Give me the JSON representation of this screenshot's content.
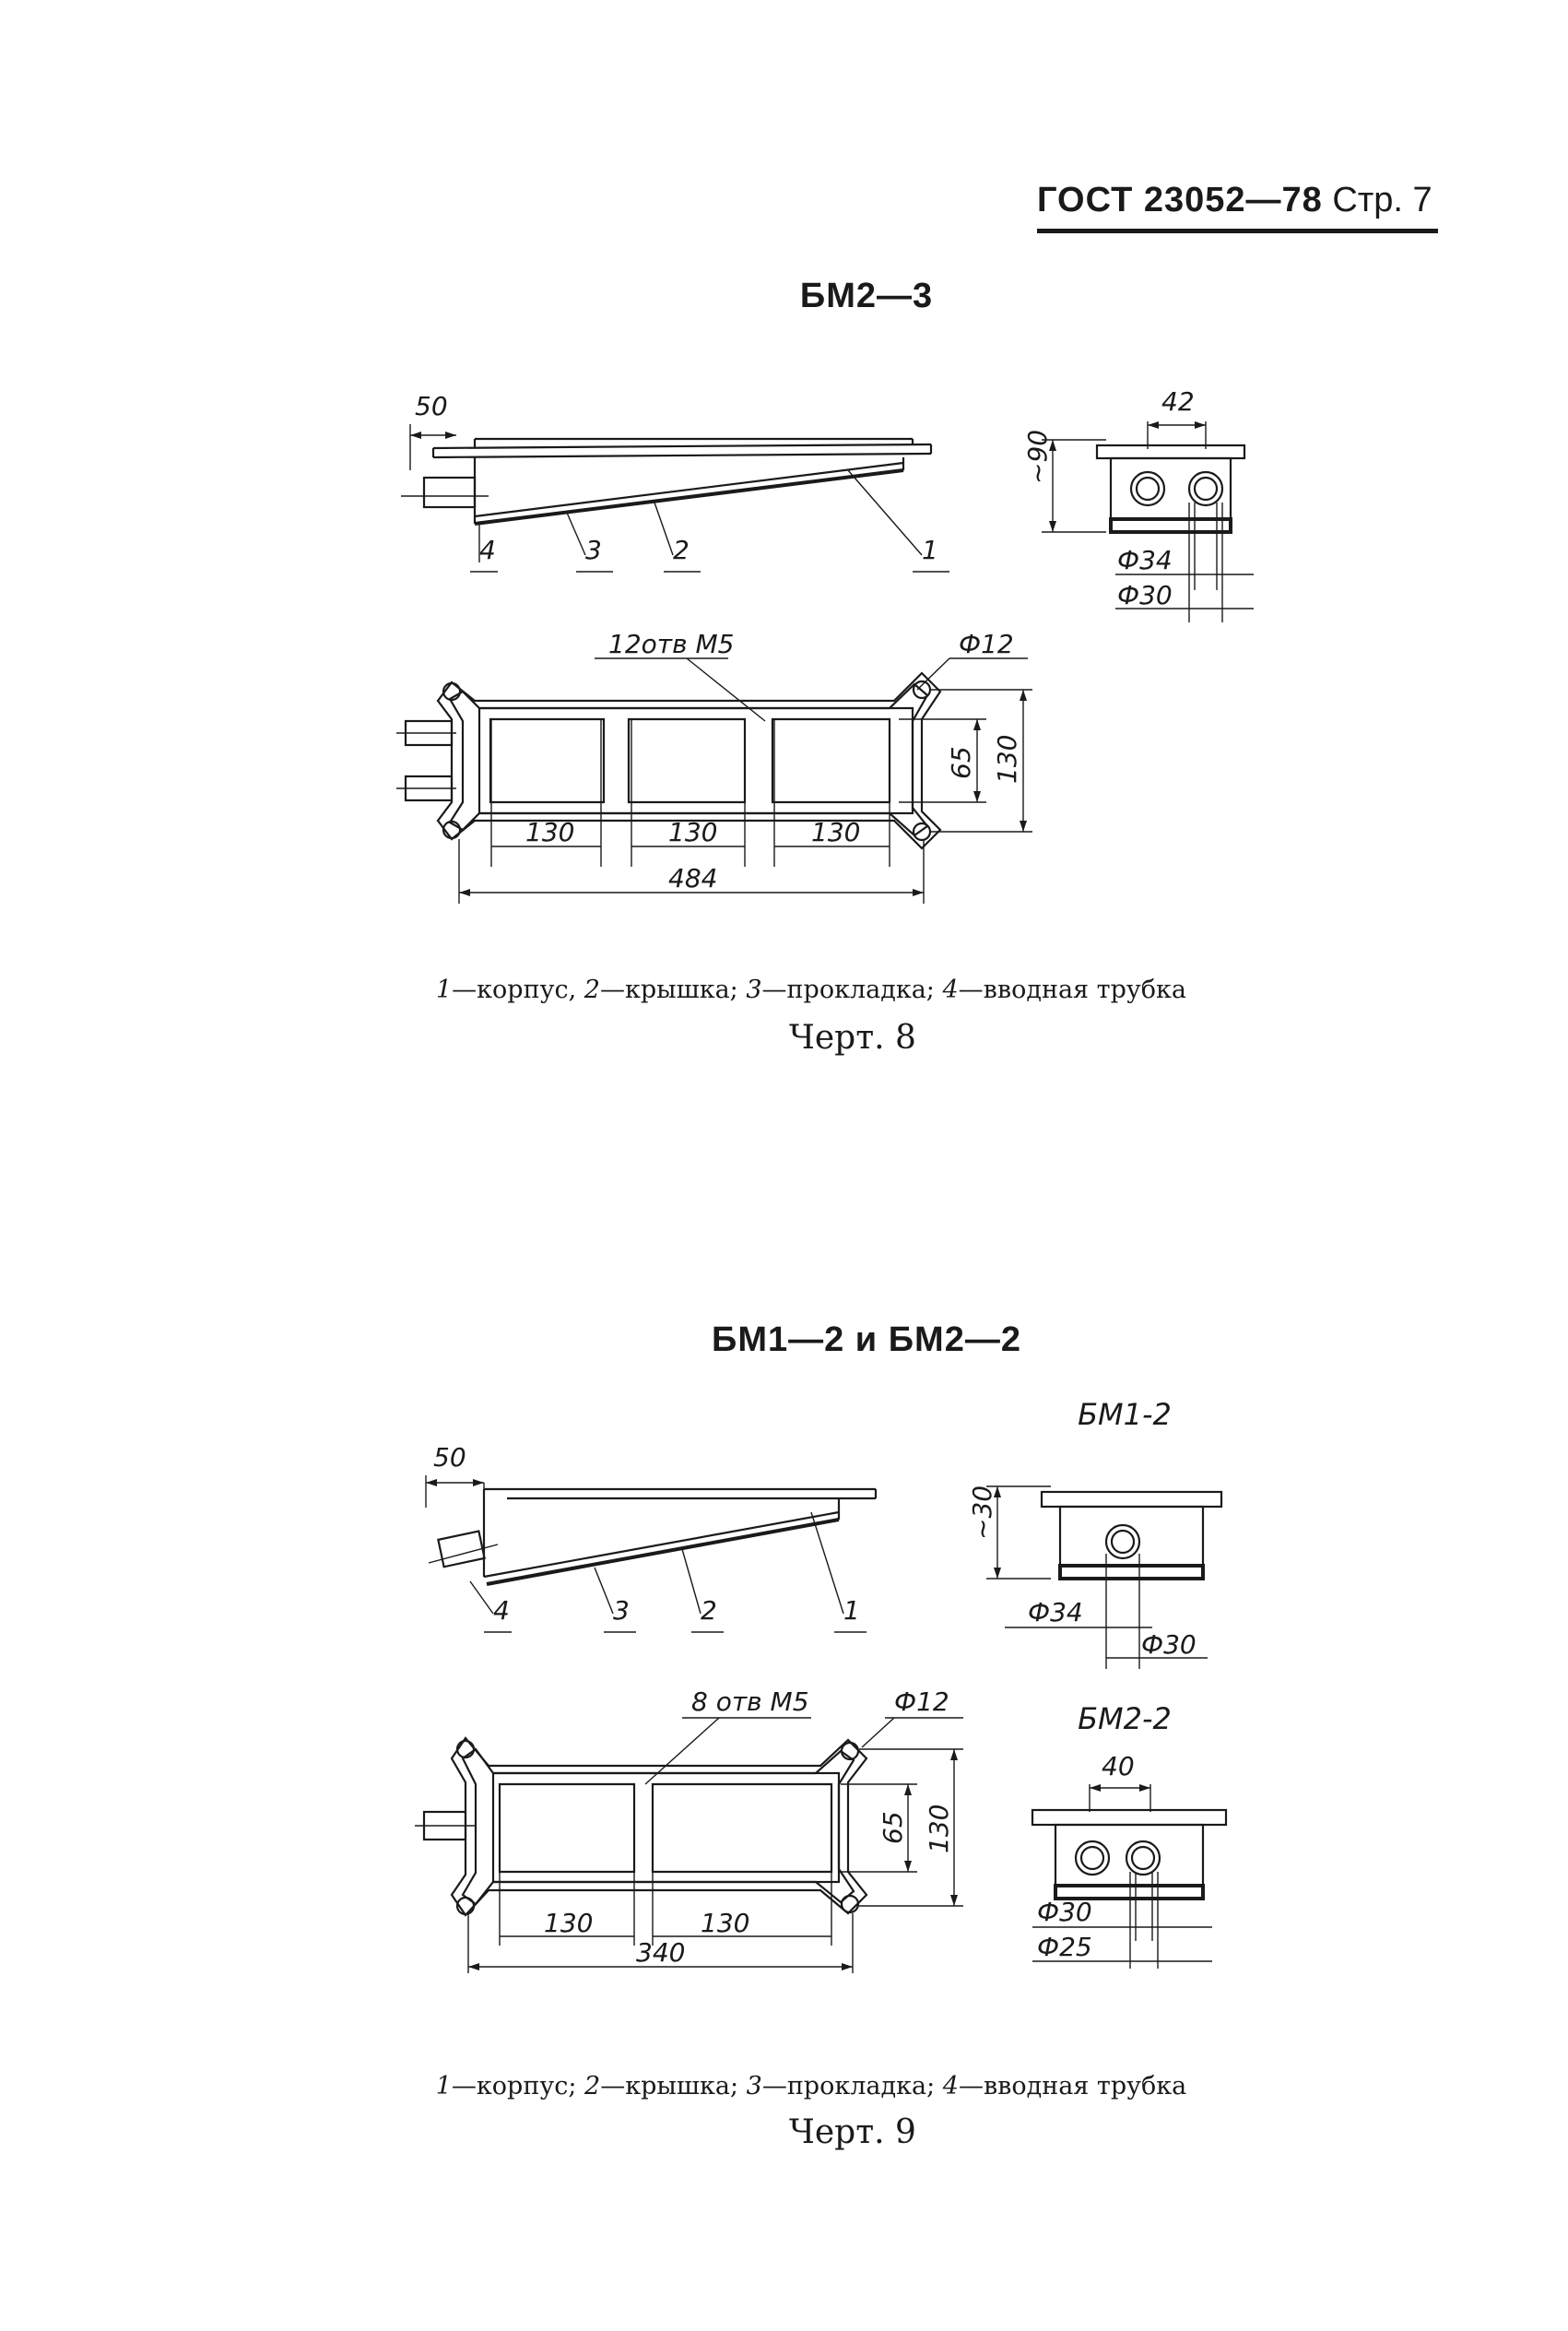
{
  "header": {
    "standard": "ГОСТ 23052—78",
    "page": "Стр. 7"
  },
  "figure8": {
    "title": "БМ2—3",
    "side_labels": [
      "4",
      "3",
      "2",
      "1"
    ],
    "side_dim": "50",
    "end_dims": {
      "width": "42",
      "height": "~90",
      "d_outer": "Ф34",
      "d_inner": "Ф30"
    },
    "top_dims": {
      "holes": "12отв М5",
      "hole_d": "Ф12",
      "inner": "65",
      "outer": "130",
      "pitch": [
        "130",
        "130",
        "130"
      ],
      "length": "484"
    },
    "legend": [
      {
        "num": "1",
        "text": "—корпус, "
      },
      {
        "num": "2",
        "text": "—крышка; "
      },
      {
        "num": "3",
        "text": "—прокладка; "
      },
      {
        "num": "4",
        "text": "—вводная трубка"
      }
    ],
    "caption": "Черт. 8"
  },
  "figure9": {
    "title": "БМ1—2 и БМ2—2",
    "side_labels": [
      "4",
      "3",
      "2",
      "1"
    ],
    "side_dim": "50",
    "end1": {
      "label": "БМ1-2",
      "height": "~30",
      "d_outer": "Ф34",
      "d_inner": "Ф30"
    },
    "end2": {
      "label": "БМ2-2",
      "width": "40",
      "d_outer": "Ф30",
      "d_inner": "Ф25"
    },
    "top_dims": {
      "holes": "8 отв М5",
      "hole_d": "Ф12",
      "inner": "65",
      "outer": "130",
      "pitch": [
        "130",
        "130"
      ],
      "length": "340"
    },
    "legend": [
      {
        "num": "1",
        "text": "—корпус; "
      },
      {
        "num": "2",
        "text": "—крышка; "
      },
      {
        "num": "3",
        "text": "—прокладка; "
      },
      {
        "num": "4",
        "text": "—вводная трубка"
      }
    ],
    "caption": "Черт. 9"
  }
}
